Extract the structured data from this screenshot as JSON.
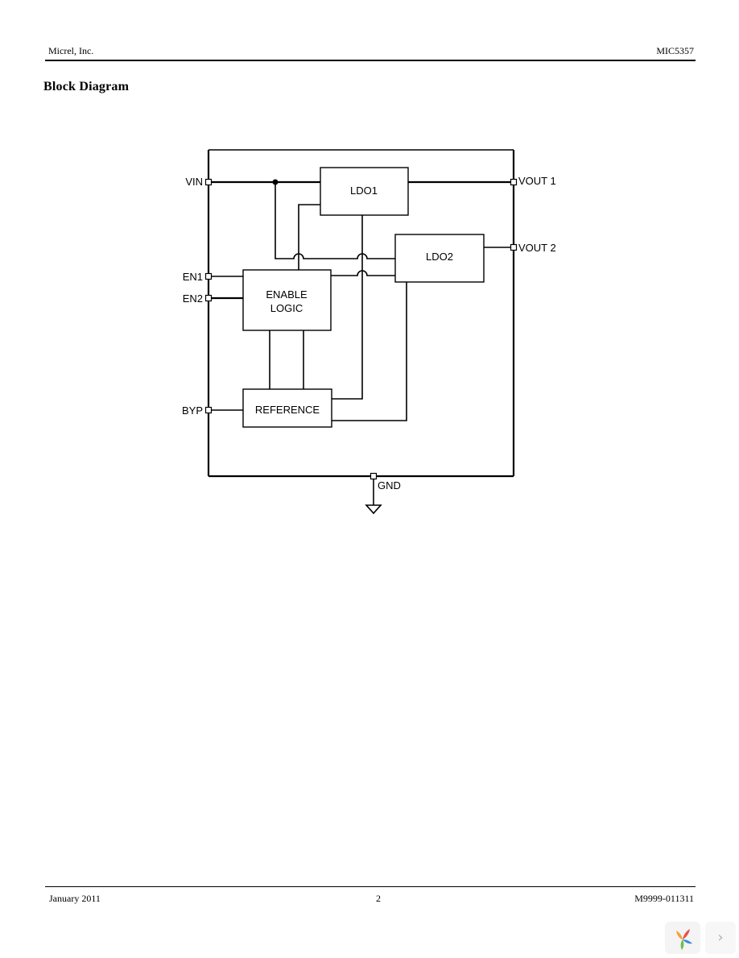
{
  "header": {
    "company": "Micrel, Inc.",
    "part": "MIC5357"
  },
  "section_title": "Block Diagram",
  "diagram": {
    "blocks": {
      "ldo1": "LDO1",
      "ldo2": "LDO2",
      "enable_line1": "ENABLE",
      "enable_line2": "LOGIC",
      "reference": "REFERENCE"
    },
    "pins": {
      "vin": "VIN",
      "en1": "EN1",
      "en2": "EN2",
      "byp": "BYP",
      "vout1": "VOUT 1",
      "vout2": "VOUT 2",
      "gnd": "GND"
    }
  },
  "footer": {
    "date": "January 2011",
    "page": "2",
    "doc_number": "M9999-011311"
  },
  "viewer_widget": {
    "logo_icon": "viewer-logo-icon",
    "next_icon": "chevron-right-icon",
    "next_glyph": "›"
  }
}
